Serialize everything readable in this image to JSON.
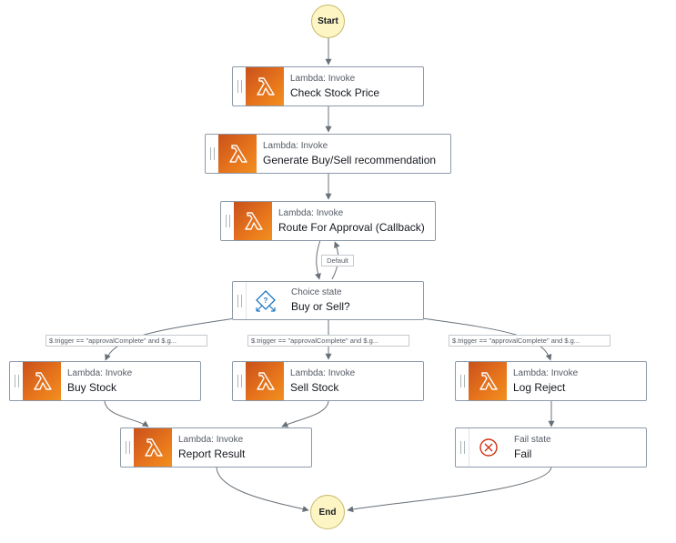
{
  "start": {
    "label": "Start"
  },
  "end": {
    "label": "End"
  },
  "states": {
    "check_stock_price": {
      "type": "Lambda: Invoke",
      "name": "Check Stock Price",
      "icon": "lambda-icon"
    },
    "generate_recommendation": {
      "type": "Lambda: Invoke",
      "name": "Generate Buy/Sell recommendation",
      "icon": "lambda-icon"
    },
    "route_for_approval": {
      "type": "Lambda: Invoke",
      "name": "Route For Approval (Callback)",
      "icon": "lambda-icon"
    },
    "buy_or_sell": {
      "type": "Choice state",
      "name": "Buy or Sell?",
      "icon": "choice-icon"
    },
    "buy_stock": {
      "type": "Lambda: Invoke",
      "name": "Buy Stock",
      "icon": "lambda-icon"
    },
    "sell_stock": {
      "type": "Lambda: Invoke",
      "name": "Sell Stock",
      "icon": "lambda-icon"
    },
    "log_reject": {
      "type": "Lambda: Invoke",
      "name": "Log Reject",
      "icon": "lambda-icon"
    },
    "report_result": {
      "type": "Lambda: Invoke",
      "name": "Report Result",
      "icon": "lambda-icon"
    },
    "fail": {
      "type": "Fail state",
      "name": "Fail",
      "icon": "fail-icon"
    }
  },
  "edge_labels": {
    "default": "Default",
    "buy_condition": "$.trigger == \"approvalComplete\" and $.g...",
    "sell_condition": "$.trigger == \"approvalComplete\" and $.g...",
    "reject_condition": "$.trigger == \"approvalComplete\" and $.g..."
  },
  "colors": {
    "lambda_orange": "#e8761c",
    "terminal_fill": "#fdf6c4",
    "edge": "#687078",
    "fail_red": "#d13212",
    "choice_blue": "#1f78c1"
  }
}
